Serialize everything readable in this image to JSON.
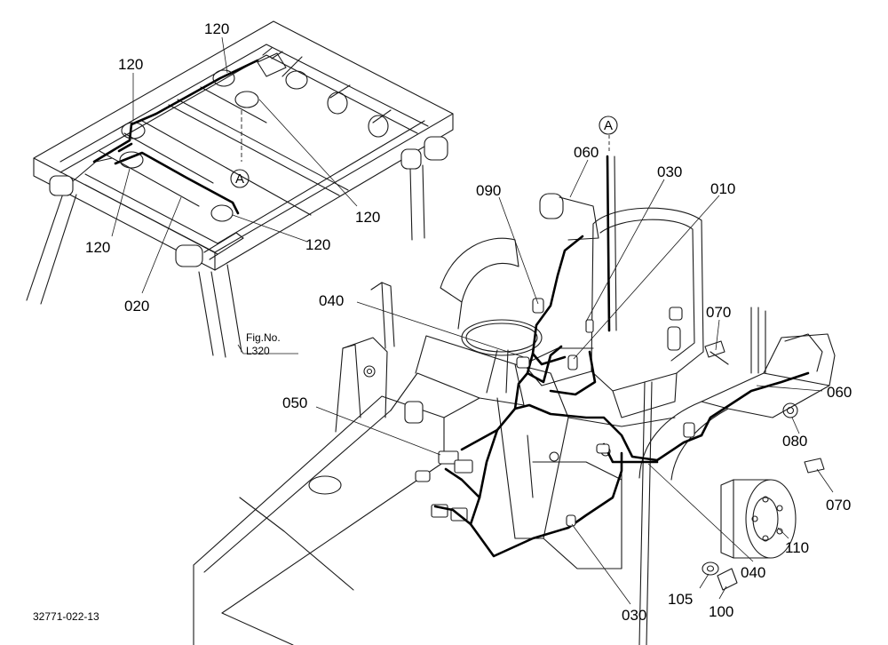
{
  "callouts": [
    {
      "id": "c120a",
      "text": "120"
    },
    {
      "id": "c120b",
      "text": "120"
    },
    {
      "id": "c120c",
      "text": "120"
    },
    {
      "id": "c120d",
      "text": "120"
    },
    {
      "id": "c120e",
      "text": "120"
    },
    {
      "id": "c020",
      "text": "020"
    },
    {
      "id": "c060a",
      "text": "060"
    },
    {
      "id": "c030a",
      "text": "030"
    },
    {
      "id": "c010",
      "text": "010"
    },
    {
      "id": "c090",
      "text": "090"
    },
    {
      "id": "c040a",
      "text": "040"
    },
    {
      "id": "c070a",
      "text": "070"
    },
    {
      "id": "c060b",
      "text": "060"
    },
    {
      "id": "c080",
      "text": "080"
    },
    {
      "id": "c050",
      "text": "050"
    },
    {
      "id": "c070b",
      "text": "070"
    },
    {
      "id": "c110",
      "text": "110"
    },
    {
      "id": "c040b",
      "text": "040"
    },
    {
      "id": "c105",
      "text": "105"
    },
    {
      "id": "c100",
      "text": "100"
    },
    {
      "id": "c030b",
      "text": "030"
    }
  ],
  "view_markers": [
    {
      "id": "va1",
      "text": "A"
    },
    {
      "id": "va2",
      "text": "A"
    }
  ],
  "fig_reference": {
    "label": "Fig.No.",
    "number": "L320"
  },
  "drawing_id": "32771-022-13"
}
